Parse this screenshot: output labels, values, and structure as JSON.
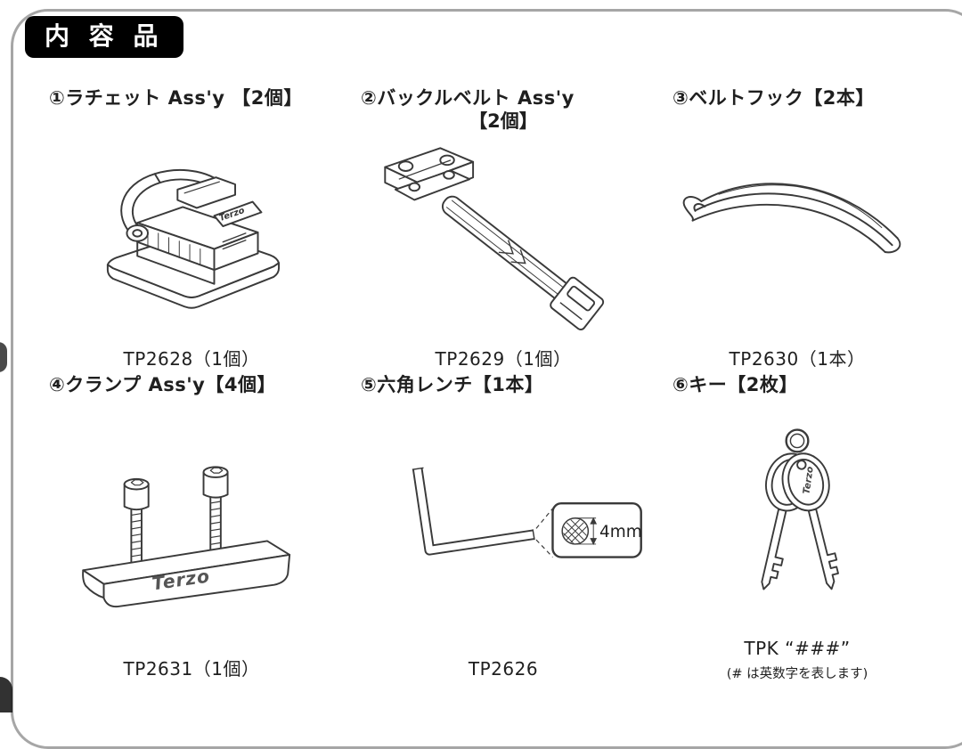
{
  "header": {
    "title": "内 容 品"
  },
  "brand": {
    "name": "Terzo"
  },
  "items": [
    {
      "title": "①ラチェット Ass'y 【2個】",
      "part": "TP2628（1個）"
    },
    {
      "title": "②バックルベルト Ass'y",
      "subtitle": "【2個】",
      "part": "TP2629（1個）"
    },
    {
      "title": "③ベルトフック【2本】",
      "part": "TP2630（1本）"
    },
    {
      "title": "④クランプ Ass'y【4個】",
      "part": "TP2631（1個）"
    },
    {
      "title": "⑤六角レンチ【1本】",
      "part": "TP2626",
      "dimension": "4mm"
    },
    {
      "title": "⑥キー【2枚】",
      "part": "TPK “###”",
      "note": "(# は英数字を表します)"
    }
  ]
}
